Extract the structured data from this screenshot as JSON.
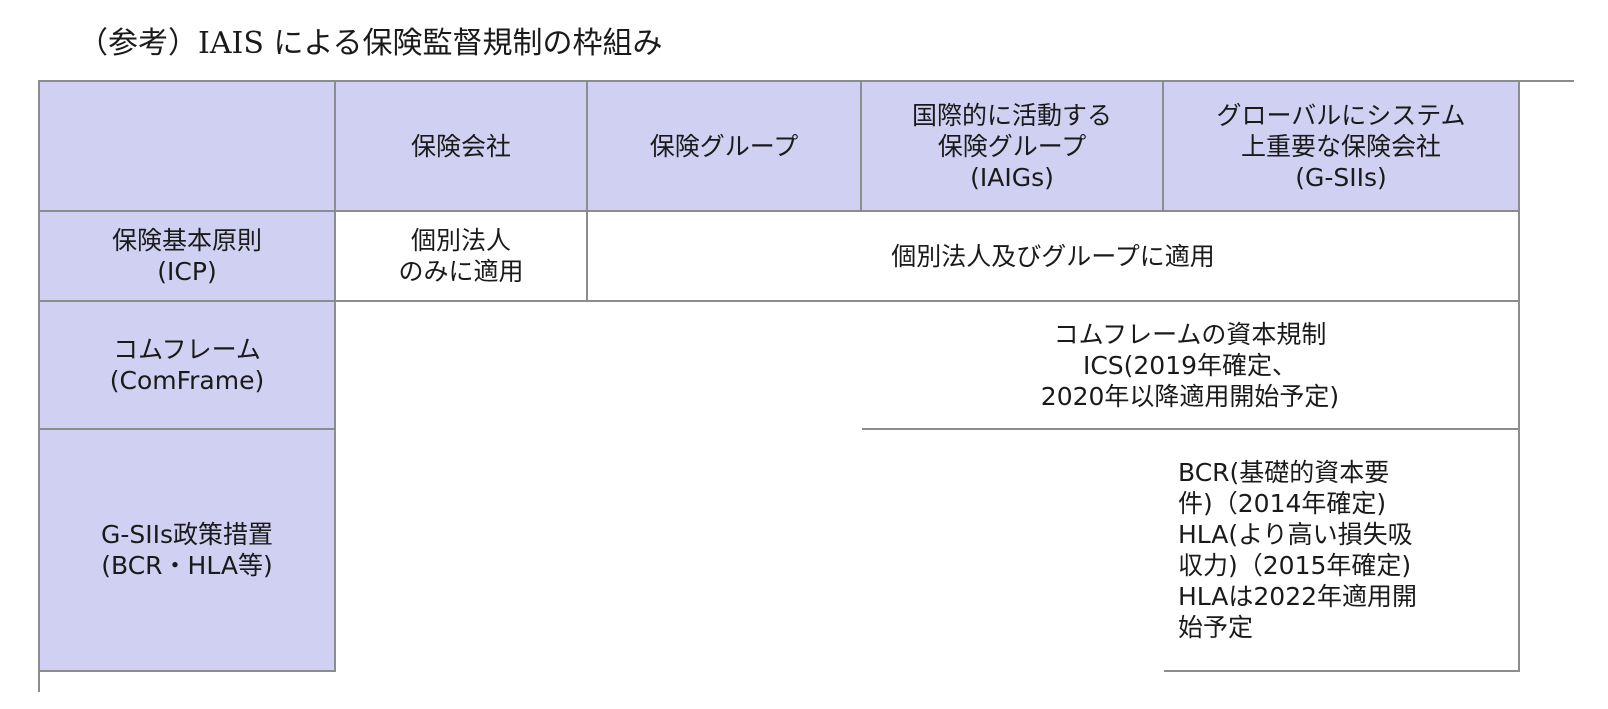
{
  "title": "（参考）IAIS による保険監督規制の枠組み",
  "header": {
    "corner": "",
    "col1": "保険会社",
    "col2": "保険グループ",
    "col3": "国際的に活動する\n保険グループ\n(IAIGs)",
    "col4": "グローバルにシステム\n上重要な保険会社\n(G-SIIs)"
  },
  "rows": {
    "icp": {
      "label": "保険基本原則\n(ICP)",
      "individual_only": "個別法人\nのみに適用",
      "group_applied": "個別法人及びグループに適用"
    },
    "comframe": {
      "label": "コムフレーム\n(ComFrame)",
      "ics": "コムフレームの資本規制\nICS(2019年確定、\n2020年以降適用開始予定)"
    },
    "gsii": {
      "label": "G-SIIs政策措置\n(BCR・HLA等)",
      "measures": "BCR(基礎的資本要\n件)（2014年確定)\nHLA(より高い損失吸\n収力)（2015年確定)\nHLAは2022年適用開\n始予定"
    }
  },
  "colors": {
    "header_fill": "#d0d0f2",
    "border": "#8c8c8c",
    "background": "#ffffff"
  }
}
